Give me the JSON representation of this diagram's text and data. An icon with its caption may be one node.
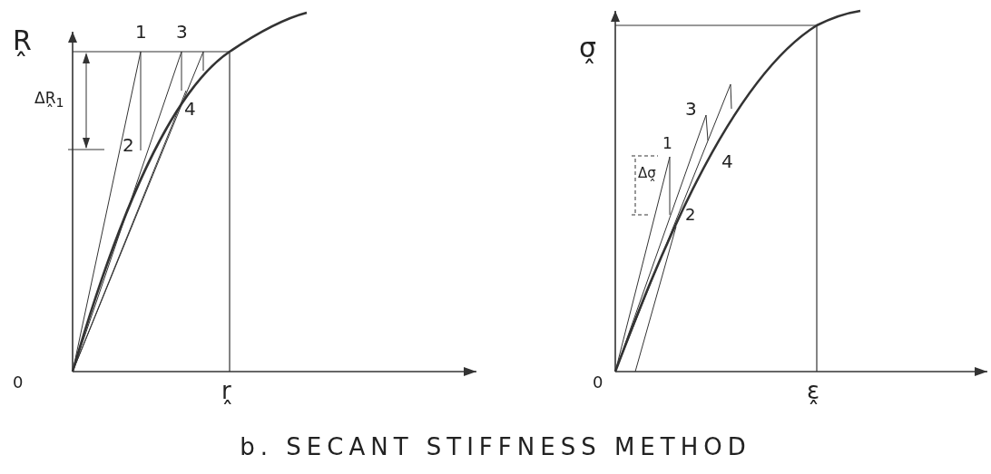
{
  "diagram": {
    "caption": "b. SECANT STIFFNESS METHOD",
    "labels": [
      "R̭",
      "1",
      "3",
      "ΔR̭$_{1}$",
      "2",
      "4",
      "0",
      "r̭",
      "σ̭",
      "1",
      "3",
      "Δσ̭",
      "4",
      "2",
      "0",
      "ε̭"
    ]
  }
}
